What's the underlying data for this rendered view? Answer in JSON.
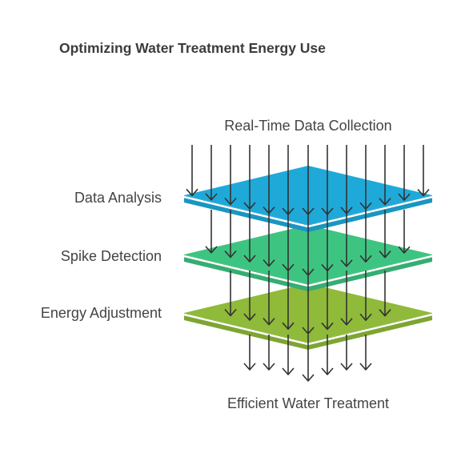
{
  "title": "Optimizing Water Treatment Energy Use",
  "input_label": "Real-Time Data Collection",
  "output_label": "Efficient Water Treatment",
  "layers": [
    {
      "label": "Data Analysis",
      "color": "#1ea9d9",
      "side_color": "#1a96c2"
    },
    {
      "label": "Spike Detection",
      "color": "#3ec481",
      "side_color": "#36ad72"
    },
    {
      "label": "Energy Adjustment",
      "color": "#8fba3a",
      "side_color": "#7ea532"
    }
  ],
  "arrow_color": "#333333"
}
